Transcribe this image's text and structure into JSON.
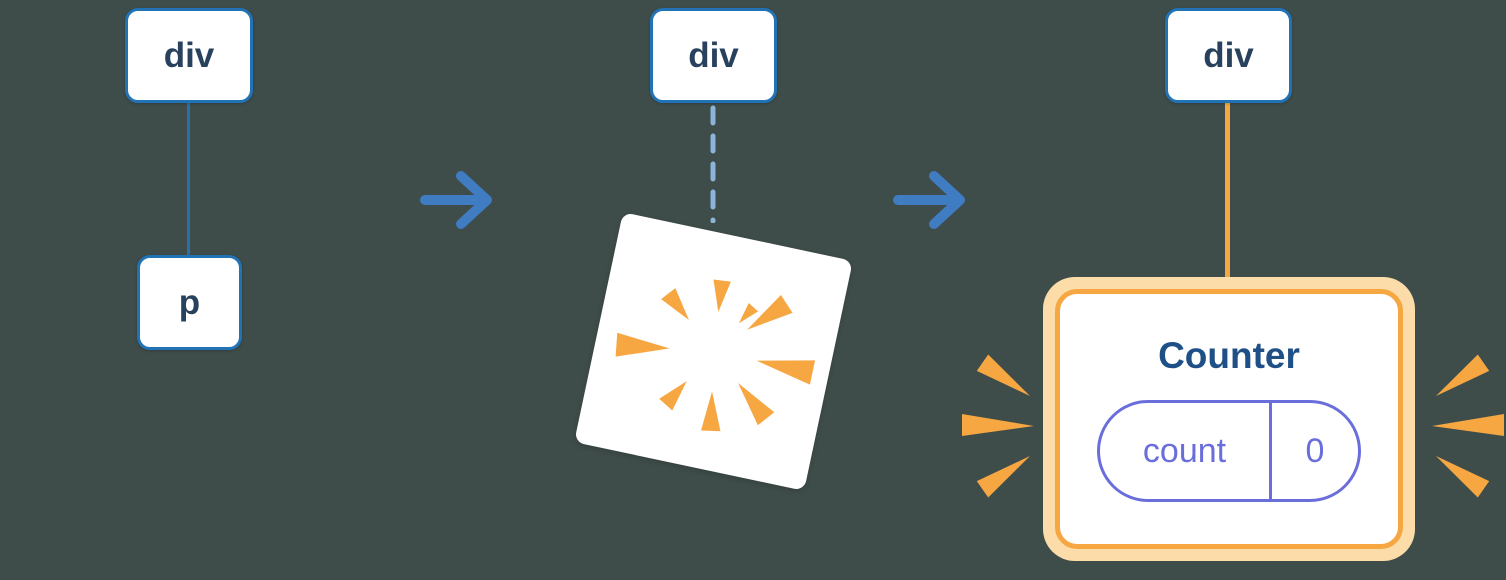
{
  "canvas": {
    "background": "#3e4c4a"
  },
  "colors": {
    "node_fill": "#ffffff",
    "node_border": "#2272b6",
    "node_text": "#28415c",
    "edge_blue": "#2b6fae",
    "edge_dashed": "#8cb4d9",
    "arrow": "#3f7cc1",
    "orange": "#f6a742",
    "orange_glow": "#fcdca8",
    "purple": "#6a6edb",
    "counter_title": "#1e4f86"
  },
  "tree_before": {
    "parent_label": "div",
    "child_label": "p"
  },
  "tree_poof": {
    "parent_label": "div"
  },
  "tree_after": {
    "parent_label": "div",
    "component_title": "Counter",
    "state": {
      "key_label": "count",
      "value": "0"
    }
  },
  "icons": {
    "arrows": "arrow-right-icon",
    "poof": "poof-burst-icon",
    "sparkles": "sparkle-rays-icon"
  }
}
